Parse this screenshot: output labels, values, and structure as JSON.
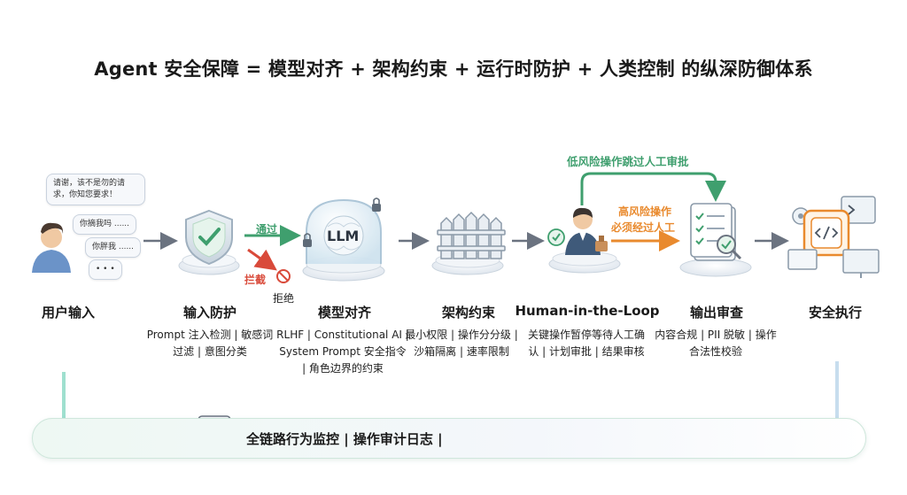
{
  "title": "Agent 安全保障 = 模型对齐 + 架构约束 + 运行时防护 + 人类控制 的纵深防御体系",
  "stages": [
    {
      "name": "用户输入",
      "desc": ""
    },
    {
      "name": "输入防护",
      "desc": "Prompt 注入检测 | 敏感词过滤 | 意图分类"
    },
    {
      "name": "模型对齐",
      "desc": "RLHF | Constitutional AI | System Prompt 安全指令 | 角色边界的约束"
    },
    {
      "name": "架构约束",
      "desc": "最小权限 | 操作分分级 | 沙箱隔离 | 速率限制"
    },
    {
      "name": "Human-in-the-Loop",
      "desc": "关键操作暂停等待人工确认 | 计划审批 | 结果审核"
    },
    {
      "name": "输出审查",
      "desc": "内容合规 | PII 脱敏 | 操作合法性校验"
    },
    {
      "name": "安全执行",
      "desc": ""
    }
  ],
  "bubbles": {
    "main": "请谢，该不是勿的请求，你知您要求！",
    "b2": "你摘我吗 ......",
    "b3": "你胖我 ......",
    "b4": "• • •"
  },
  "labels": {
    "pass": "通过",
    "intercept": "拦截",
    "reject": "拒绝",
    "llm": "LLM",
    "low_risk": "低风险操作跳过人工审批",
    "high_risk_1": "高风险操作",
    "high_risk_2": "必须经过人工"
  },
  "monitor": {
    "text": "全链路行为监控  |  操作审计日志  |"
  },
  "colors": {
    "green": "#3f9f6e",
    "orange": "#e98a2e",
    "red": "#d94a3a",
    "teal": "#8fd6c4"
  }
}
